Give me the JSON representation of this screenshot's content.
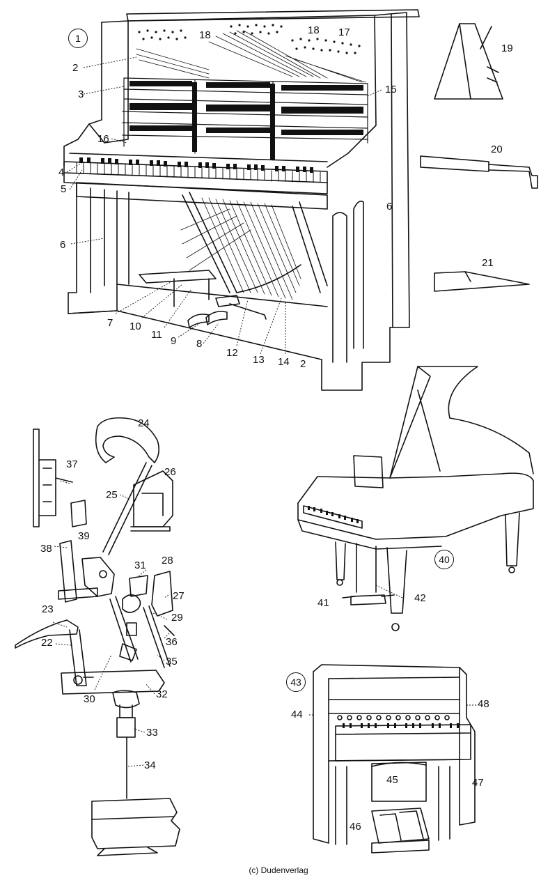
{
  "figure_numbers": [
    "1",
    "40",
    "43"
  ],
  "labels": {
    "upright": [
      "18",
      "18",
      "17",
      "2",
      "3",
      "15",
      "16",
      "4",
      "5",
      "6",
      "6",
      "7",
      "10",
      "11",
      "9",
      "8",
      "12",
      "13",
      "14",
      "2"
    ],
    "tools": [
      "19",
      "20",
      "21"
    ],
    "action": [
      "24",
      "37",
      "26",
      "25",
      "39",
      "38",
      "31",
      "28",
      "27",
      "29",
      "23",
      "22",
      "36",
      "35",
      "30",
      "32",
      "33",
      "34"
    ],
    "grand": [
      "41",
      "42"
    ],
    "harmonium": [
      "44",
      "48",
      "45",
      "47",
      "46"
    ]
  },
  "footer": {
    "copyright": "(c) Dudenverlag"
  },
  "colors": {
    "ink": "#111111",
    "paper": "#ffffff"
  }
}
